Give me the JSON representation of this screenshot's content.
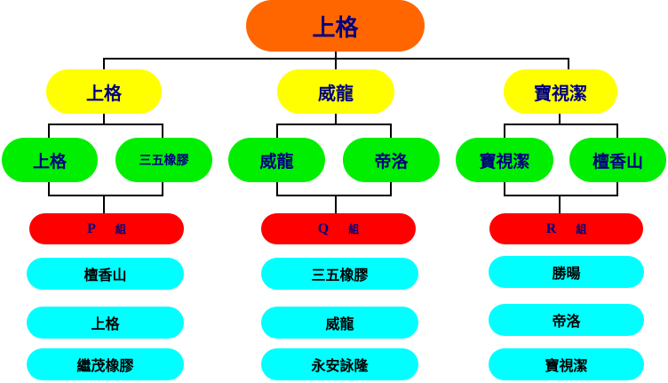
{
  "root": {
    "label": "上格"
  },
  "branches": [
    {
      "label": "上格",
      "children": [
        "上格",
        "三五橡膠"
      ],
      "group": {
        "id": "P",
        "suffix": "組"
      },
      "members": [
        "檀香山",
        "上格",
        "繼茂橡膠"
      ]
    },
    {
      "label": "威龍",
      "children": [
        "威龍",
        "帝洛"
      ],
      "group": {
        "id": "Q",
        "suffix": "組"
      },
      "members": [
        "三五橡膠",
        "威龍",
        "永安詠隆"
      ]
    },
    {
      "label": "寶視潔",
      "children": [
        "寶視潔",
        "檀香山"
      ],
      "group": {
        "id": "R",
        "suffix": "組"
      },
      "members": [
        "勝暘",
        "帝洛",
        "寶視潔"
      ]
    }
  ],
  "colors": {
    "root": "#ff6600",
    "branch": "#ffff00",
    "child": "#00ee00",
    "group": "#ff0000",
    "member": "#00ffff",
    "text": "#000080"
  }
}
